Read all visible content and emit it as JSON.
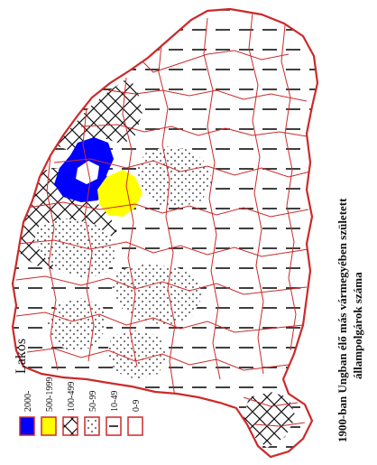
{
  "title": {
    "line1": "1900-ban Ungban élő más vármegyében született",
    "line2": "állampolgárok száma"
  },
  "legend": {
    "heading": "Lakos",
    "items": [
      {
        "label": "2000-",
        "pattern": "solid",
        "color": "#0000ff"
      },
      {
        "label": "500-1999",
        "pattern": "solid",
        "color": "#ffff00"
      },
      {
        "label": "100-499",
        "pattern": "crosshatch",
        "color": "#ffffff"
      },
      {
        "label": "50-99",
        "pattern": "dots",
        "color": "#ffffff"
      },
      {
        "label": "10-49",
        "pattern": "dashes",
        "color": "#ffffff"
      },
      {
        "label": "0-9",
        "pattern": "empty",
        "color": "#ffffff"
      }
    ]
  },
  "colors": {
    "border": "#cc2a2a",
    "high": "#0000ff",
    "mid": "#ffff00",
    "ink": "#111111"
  }
}
